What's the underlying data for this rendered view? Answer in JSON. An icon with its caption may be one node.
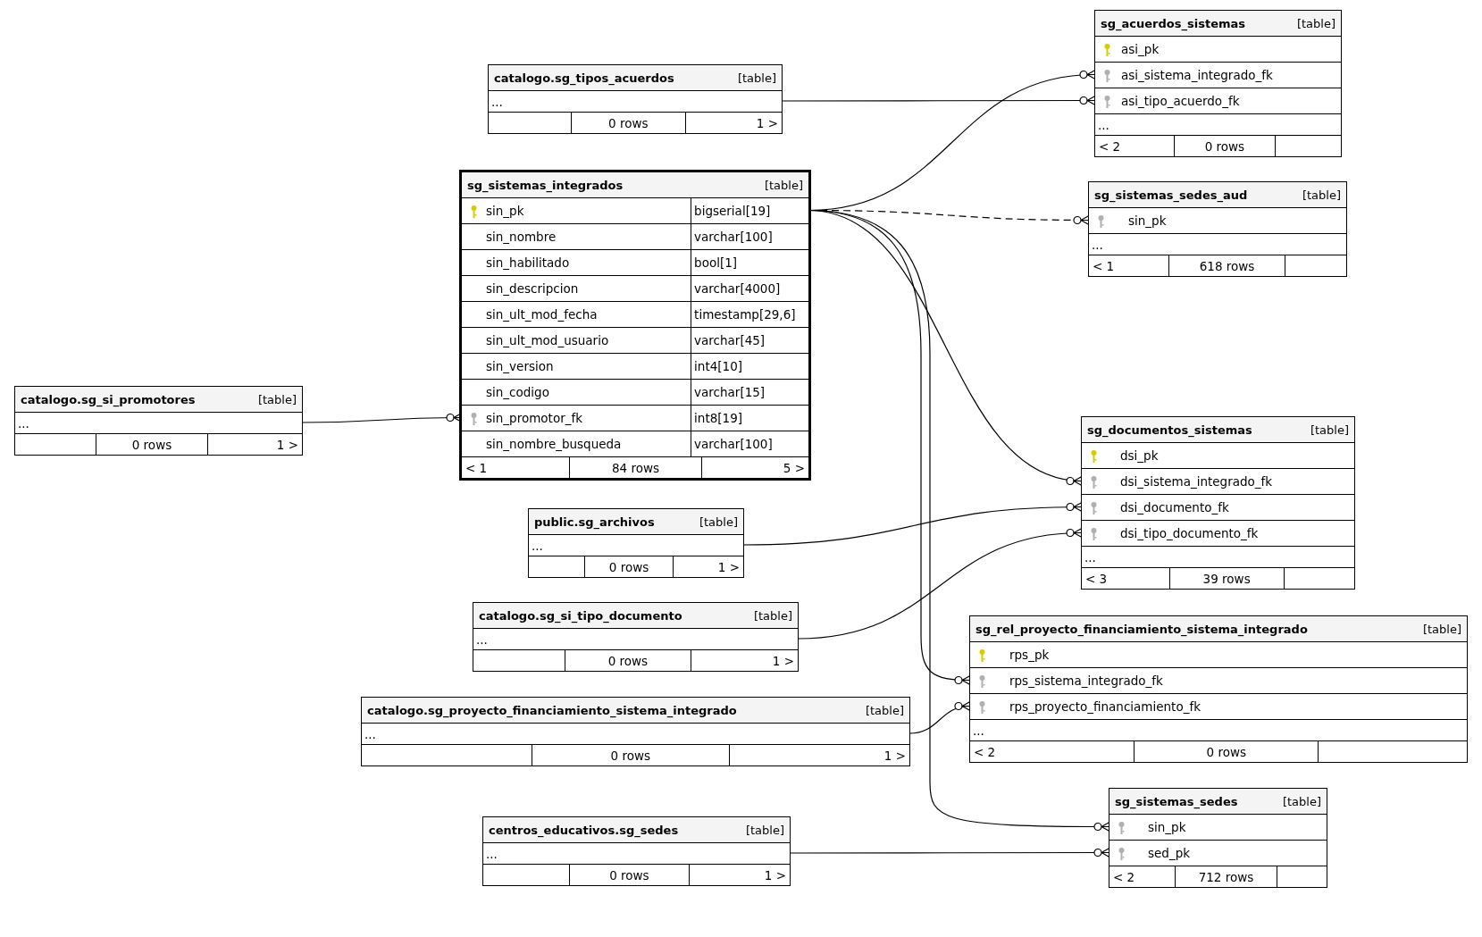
{
  "diagram": {
    "nodes": [
      {
        "text": [
          "sg_acuerdos_sistemas",
          "[table]"
        ]
      },
      {
        "text": [
          "asi_pk"
        ],
        "in": 0
      },
      {
        "text": [
          "asi_sistema_integrado_fk"
        ],
        "in": 0
      },
      {
        "text": [
          "asi_tipo_acuerdo_fk"
        ],
        "in": 0
      },
      {
        "text": [
          "..."
        ],
        "in": 0
      },
      {
        "text": [
          "< 2",
          "0 rows"
        ],
        "in": 0
      },
      {
        "text": [
          "catalogo.sg_tipos_acuerdos",
          "[table]"
        ]
      },
      {
        "text": [
          "..."
        ],
        "in": 6
      },
      {
        "text": [
          "0 rows",
          "1 >"
        ],
        "in": 6
      },
      {
        "text": [
          "sg_sistemas_integrados",
          "[table]"
        ]
      },
      {
        "text": [
          "sin_pk",
          "bigserial[19]"
        ],
        "in": 9
      },
      {
        "text": [
          "sin_nombre",
          "varchar[100]"
        ],
        "in": 9
      },
      {
        "text": [
          "sin_habilitado",
          "bool[1]"
        ],
        "in": 9
      },
      {
        "text": [
          "sin_descripcion",
          "varchar[4000]"
        ],
        "in": 9
      },
      {
        "text": [
          "sin_ult_mod_fecha",
          "timestamp[29,6]"
        ],
        "in": 9
      },
      {
        "text": [
          "sin_ult_mod_usuario",
          "varchar[45]"
        ],
        "in": 9
      },
      {
        "text": [
          "sin_version",
          "int4[10]"
        ],
        "in": 9
      },
      {
        "text": [
          "sin_codigo",
          "varchar[15]"
        ],
        "in": 9
      },
      {
        "text": [
          "sin_promotor_fk",
          "int8[19]"
        ],
        "in": 9
      },
      {
        "text": [
          "sin_nombre_busqueda",
          "varchar[100]"
        ],
        "in": 9
      },
      {
        "text": [
          "< 1",
          "84 rows",
          "5 >"
        ],
        "in": 9
      },
      {
        "text": [
          "sg_sistemas_sedes_aud",
          "[table]"
        ]
      },
      {
        "text": [
          "sin_pk"
        ],
        "in": 21
      },
      {
        "text": [
          "..."
        ],
        "in": 21
      },
      {
        "text": [
          "< 1",
          "618 rows"
        ],
        "in": 21
      },
      {
        "text": [
          "catalogo.sg_si_promotores",
          "[table]"
        ]
      },
      {
        "text": [
          "..."
        ],
        "in": 25
      },
      {
        "text": [
          "0 rows",
          "1 >"
        ],
        "in": 25
      },
      {
        "text": [
          "sg_documentos_sistemas",
          "[table]"
        ]
      },
      {
        "text": [
          "dsi_pk"
        ],
        "in": 28
      },
      {
        "text": [
          "dsi_sistema_integrado_fk"
        ],
        "in": 28
      },
      {
        "text": [
          "dsi_documento_fk"
        ],
        "in": 28
      },
      {
        "text": [
          "dsi_tipo_documento_fk"
        ],
        "in": 28
      },
      {
        "text": [
          "..."
        ],
        "in": 28
      },
      {
        "text": [
          "< 3",
          "39 rows"
        ],
        "in": 28
      },
      {
        "text": [
          "public.sg_archivos",
          "[table]"
        ]
      },
      {
        "text": [
          "..."
        ],
        "in": 35
      },
      {
        "text": [
          "0 rows",
          "1 >"
        ],
        "in": 35
      },
      {
        "text": [
          "catalogo.sg_si_tipo_documento",
          "[table]"
        ]
      },
      {
        "text": [
          "..."
        ],
        "in": 38
      },
      {
        "text": [
          "0 rows",
          "1 >"
        ],
        "in": 38
      },
      {
        "text": [
          "sg_rel_proyecto_financiamiento_sistema_integrado",
          "[table]"
        ]
      },
      {
        "text": [
          "rps_pk"
        ],
        "in": 41
      },
      {
        "text": [
          "rps_sistema_integrado_fk"
        ],
        "in": 41
      },
      {
        "text": [
          "rps_proyecto_financiamiento_fk"
        ],
        "in": 41
      },
      {
        "text": [
          "..."
        ],
        "in": 41
      },
      {
        "text": [
          "< 2",
          "0 rows"
        ],
        "in": 41
      },
      {
        "text": [
          "catalogo.sg_proyecto_financiamiento_sistema_integrado",
          "[table]"
        ]
      },
      {
        "text": [
          "..."
        ],
        "in": 47
      },
      {
        "text": [
          "0 rows",
          "1 >"
        ],
        "in": 47
      },
      {
        "text": [
          "sg_sistemas_sedes",
          "[table]"
        ]
      },
      {
        "text": [
          "sin_pk"
        ],
        "in": 50
      },
      {
        "text": [
          "sed_pk"
        ],
        "in": 50
      },
      {
        "text": [
          "< 2",
          "712 rows"
        ],
        "in": 50
      },
      {
        "text": [
          "centros_educativos.sg_sedes",
          "[table]"
        ]
      },
      {
        "text": [
          "..."
        ],
        "in": 54
      },
      {
        "text": [
          "0 rows",
          "1 >"
        ],
        "in": 54
      }
    ],
    "edges": [
      {
        "from": 7,
        "to": 3,
        "arrow": "other"
      },
      {
        "from": 10,
        "to": 2,
        "arrow": "other"
      },
      {
        "from": 10,
        "to": 22,
        "arrow": "other",
        "style": "dashed"
      },
      {
        "from": 10,
        "to": 30,
        "arrow": "other"
      },
      {
        "from": 10,
        "to": 43,
        "arrow": "other"
      },
      {
        "from": 10,
        "to": 51,
        "arrow": "other"
      },
      {
        "from": 26,
        "to": 18,
        "arrow": "other"
      },
      {
        "from": 36,
        "to": 31,
        "arrow": "other"
      },
      {
        "from": 39,
        "to": 32,
        "arrow": "other"
      },
      {
        "from": 48,
        "to": 44,
        "arrow": "other"
      },
      {
        "from": 55,
        "to": 52,
        "arrow": "other"
      }
    ]
  }
}
